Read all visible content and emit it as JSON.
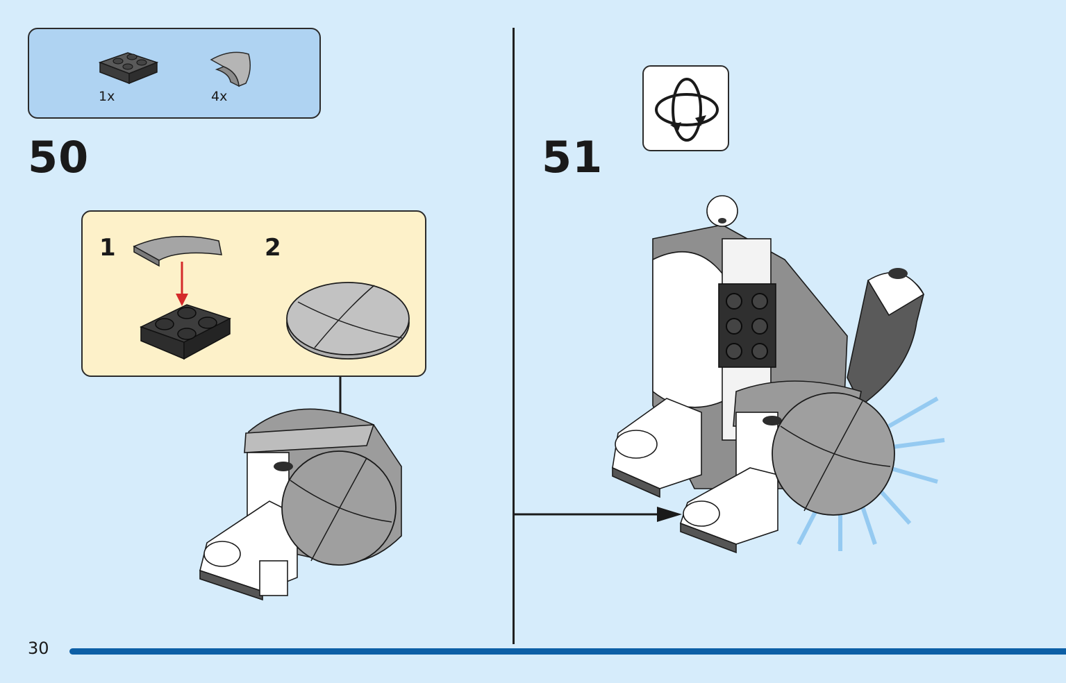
{
  "page": {
    "number": "30"
  },
  "parts_list": [
    {
      "icon": "plate-2x2-dark-gray-icon",
      "count": "1x"
    },
    {
      "icon": "curved-tile-light-gray-icon",
      "count": "4x"
    }
  ],
  "steps": [
    {
      "number": "50",
      "substeps": [
        "1",
        "2"
      ]
    },
    {
      "number": "51",
      "callout_icon": "rotate-model-icon"
    }
  ],
  "colors": {
    "page_background": "#d6ecfb",
    "parts_box": "#afd3f2",
    "substep_box": "#fdf1c9",
    "footer_bar": "#0d5fa6",
    "dark_gray": "#4a4a4a",
    "light_gray": "#a8a8a8",
    "arrow_red": "#d42a2a"
  }
}
